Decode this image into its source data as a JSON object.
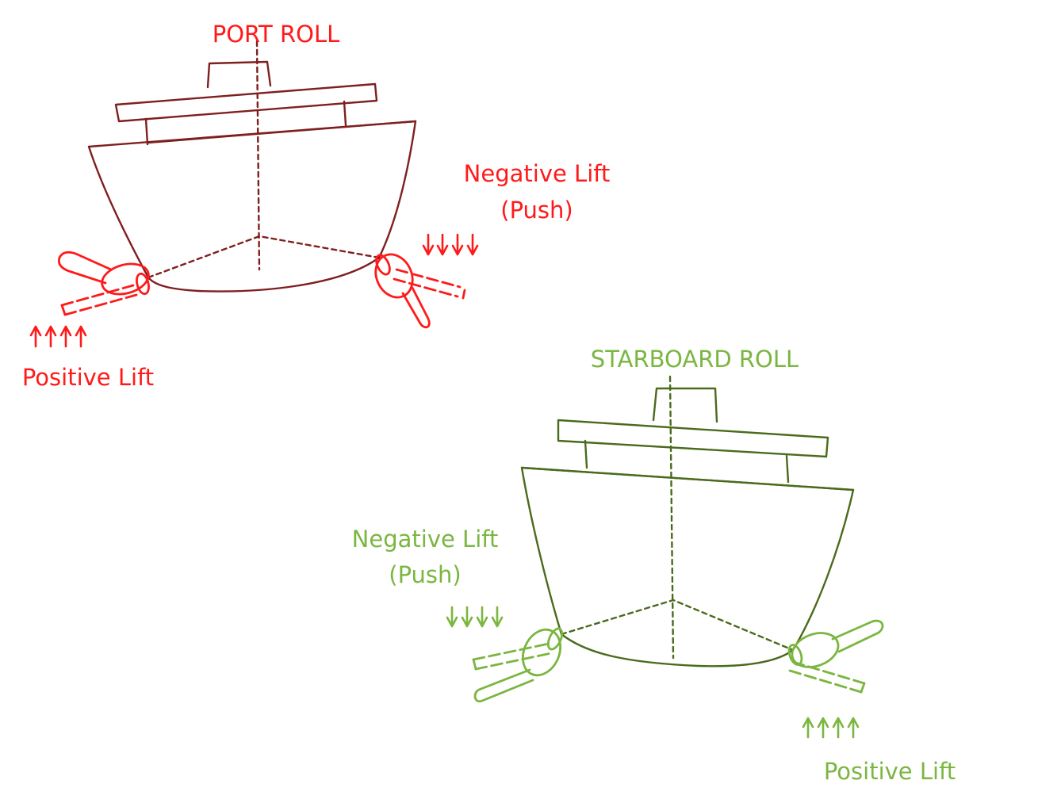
{
  "colors": {
    "port_hull": "#7f1f1f",
    "port_accent": "#ff1a1a",
    "starboard_hull": "#4a6b1c",
    "starboard_accent": "#7ab640"
  },
  "port": {
    "title": "PORT ROLL",
    "negative_lift": "Negative Lift",
    "negative_push": "(Push)",
    "positive_lift": "Positive Lift"
  },
  "starboard": {
    "title": "STARBOARD ROLL",
    "negative_lift": "Negative Lift",
    "negative_push": "(Push)",
    "positive_lift": "Positive Lift"
  },
  "icons": {
    "down_arrows": "down-arrow-group",
    "up_arrows": "up-arrow-group"
  }
}
